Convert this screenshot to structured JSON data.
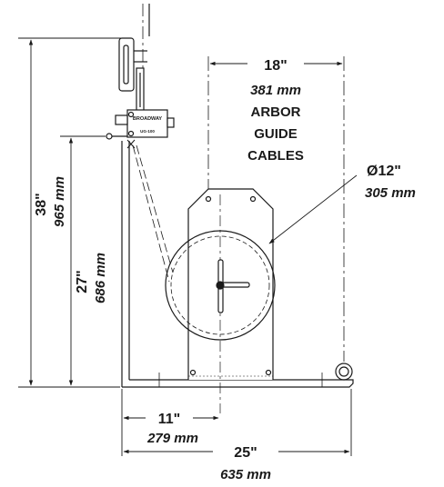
{
  "dimensions": {
    "overall_height": {
      "imperial": "38\"",
      "metric": "965 mm"
    },
    "mount_height": {
      "imperial": "27\"",
      "metric": "686 mm"
    },
    "arbor_guide_cables": {
      "imperial": "18\"",
      "metric": "381 mm",
      "caption_lines": [
        "ARBOR",
        "GUIDE",
        "CABLES"
      ]
    },
    "drum_diameter": {
      "imperial": "Ø12\"",
      "metric": "305 mm"
    },
    "drum_offset": {
      "imperial": "11\"",
      "metric": "279 mm"
    },
    "base_length": {
      "imperial": "25\"",
      "metric": "635 mm"
    }
  },
  "device_plate": {
    "brand": "BROADWAY",
    "model": "UG-100"
  },
  "colors": {
    "line": "#1a1a1a",
    "background": "#ffffff"
  }
}
